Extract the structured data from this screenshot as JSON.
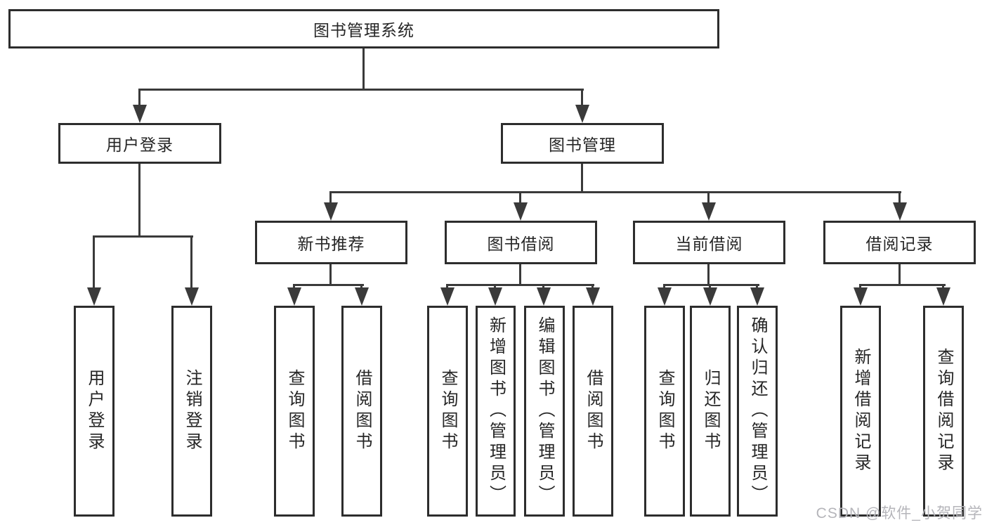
{
  "diagram": {
    "root": {
      "label": "图书管理系统",
      "children": [
        {
          "label": "用户登录",
          "children": [
            {
              "label": "用户登录"
            },
            {
              "label": "注销登录"
            }
          ]
        },
        {
          "label": "图书管理",
          "children": [
            {
              "label": "新书推荐",
              "children": [
                {
                  "label": "查询图书"
                },
                {
                  "label": "借阅图书"
                }
              ]
            },
            {
              "label": "图书借阅",
              "children": [
                {
                  "label": "查询图书"
                },
                {
                  "label": "新增图书（管理员）"
                },
                {
                  "label": "编辑图书（管理员）"
                },
                {
                  "label": "借阅图书"
                }
              ]
            },
            {
              "label": "当前借阅",
              "children": [
                {
                  "label": "查询图书"
                },
                {
                  "label": "归还图书"
                },
                {
                  "label": "确认归还（管理员）"
                }
              ]
            },
            {
              "label": "借阅记录",
              "children": [
                {
                  "label": "新增借阅记录"
                },
                {
                  "label": "查询借阅记录"
                }
              ]
            }
          ]
        }
      ]
    },
    "watermark": "CSDN @软件_小贺同学",
    "colors": {
      "line": "#3a3a3a",
      "box_border": "#2d2d2d",
      "box_fill": "#ffffff",
      "text": "#262626",
      "watermark": "#b5b5ba",
      "background": "#ffffff"
    }
  }
}
